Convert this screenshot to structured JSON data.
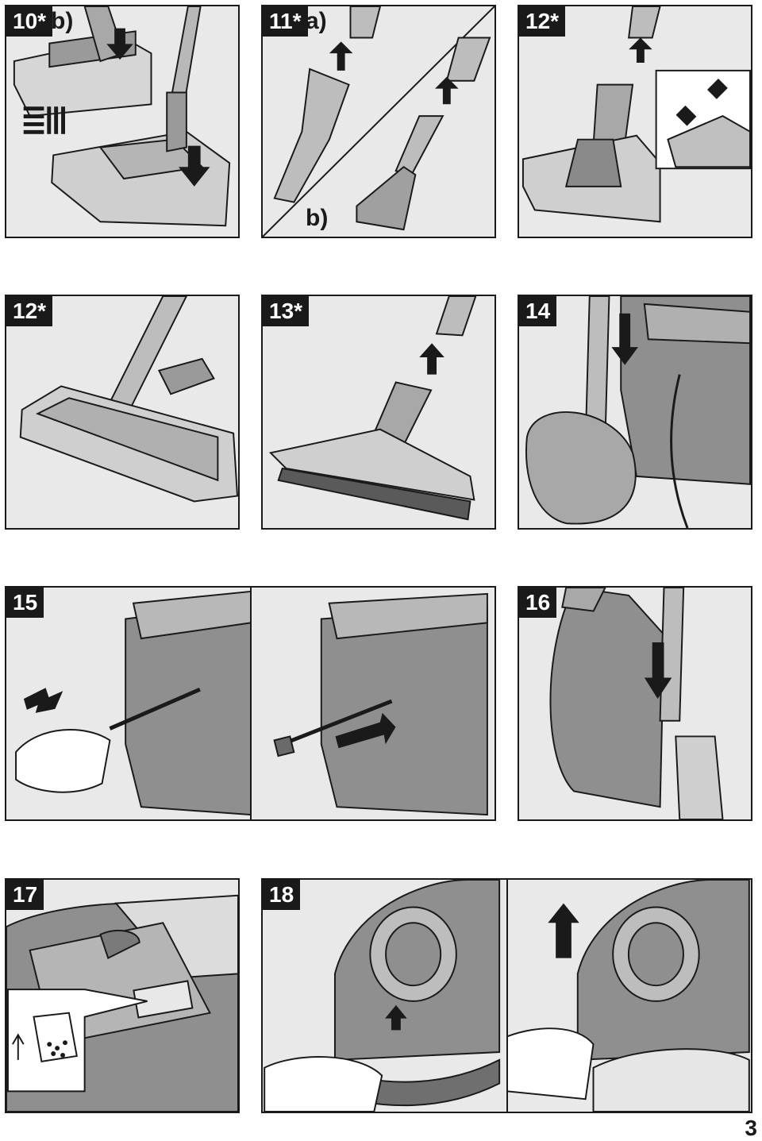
{
  "page_number": "3",
  "panels": {
    "p10": {
      "label": "10*",
      "sub": "b)"
    },
    "p11": {
      "label": "11*",
      "sub_a": "a)",
      "sub_b": "b)"
    },
    "p12a": {
      "label": "12*"
    },
    "p12b": {
      "label": "12*"
    },
    "p13": {
      "label": "13*"
    },
    "p14": {
      "label": "14"
    },
    "p15": {
      "label": "15"
    },
    "p16": {
      "label": "16"
    },
    "p17": {
      "label": "17"
    },
    "p18": {
      "label": "18"
    }
  },
  "colors": {
    "frame": "#1a1a1a",
    "panel_bg": "#e9e9e9",
    "device": "#8f8f8f",
    "device_light": "#bdbdbd"
  }
}
